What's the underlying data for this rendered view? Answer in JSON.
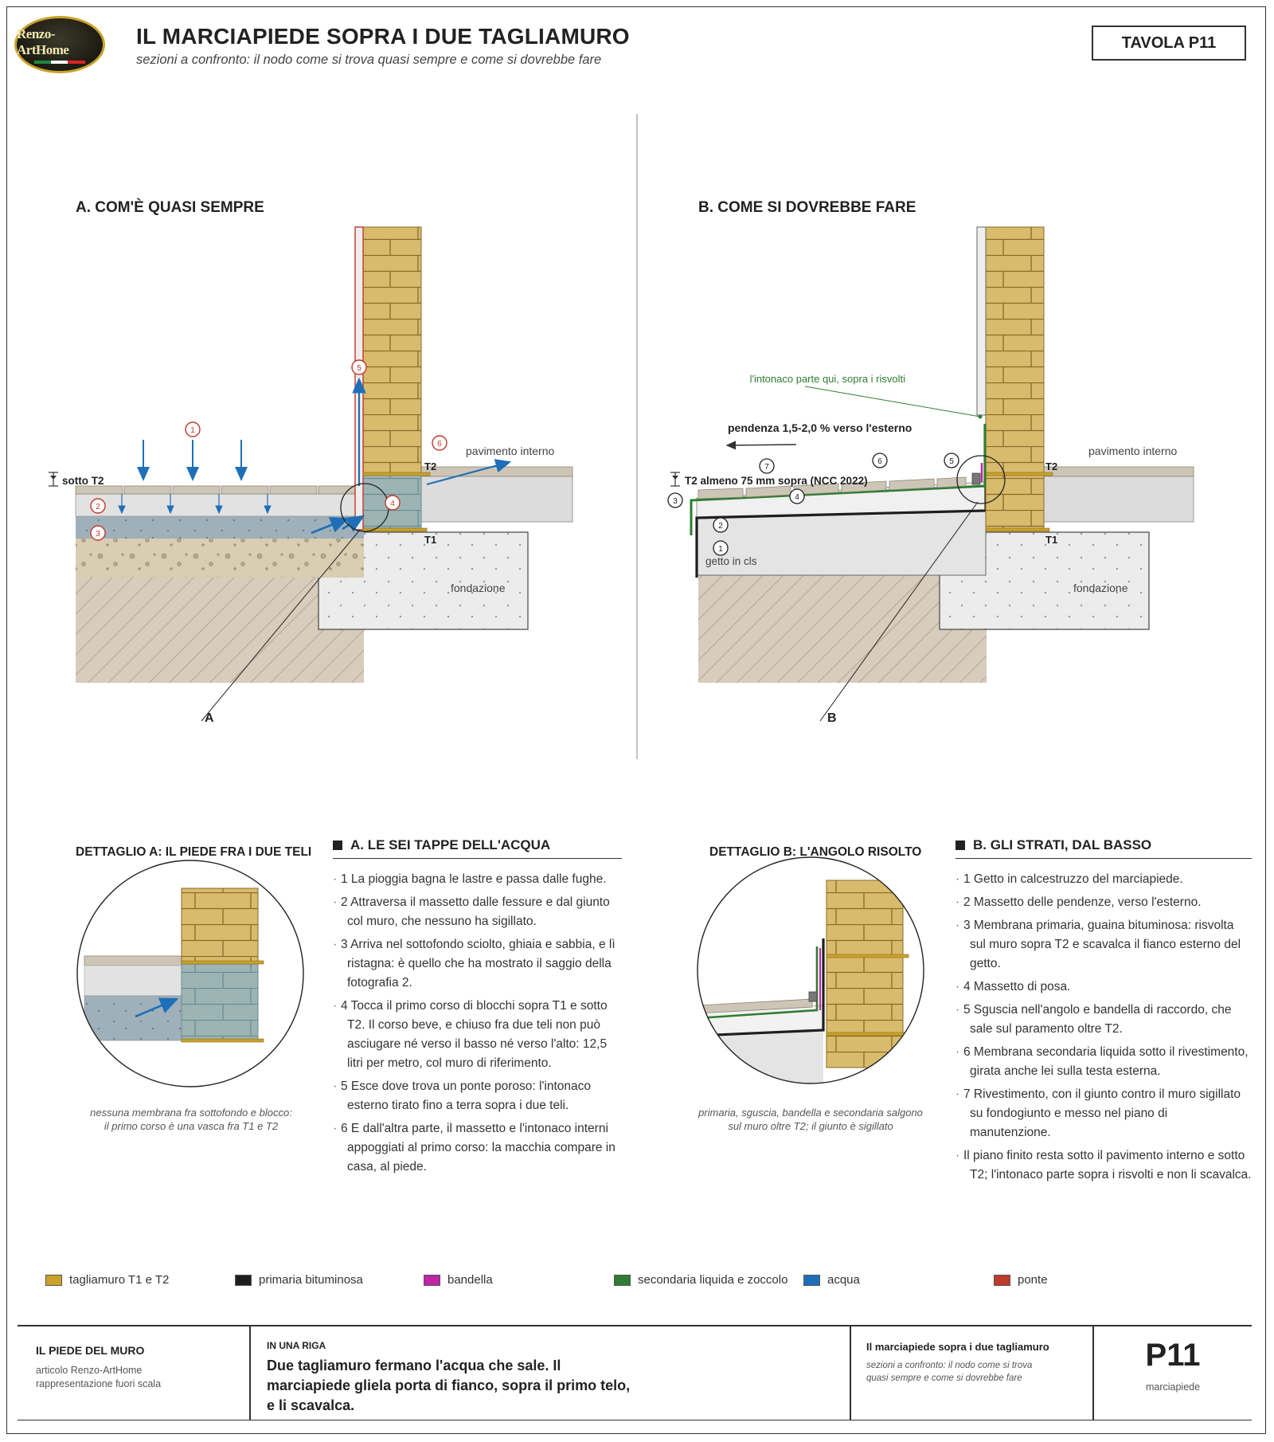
{
  "header": {
    "logo_text": "Renzo-ArtHome",
    "title": "IL MARCIAPIEDE SOPRA I DUE TAGLIAMURO",
    "subtitle": "sezioni a confronto: il nodo come si trova quasi sempre e come si dovrebbe fare",
    "tavola": "TAVOLA P11"
  },
  "section_a": {
    "title": "A. COM'È QUASI SEMPRE",
    "label_sotto_t2": "sotto T2",
    "label_t1": "T1",
    "label_t2": "T2",
    "label_pavimento": "pavimento interno",
    "label_fondazione": "fondazione",
    "detail_ref": "A",
    "markers": [
      "1",
      "2",
      "3",
      "4",
      "5",
      "6"
    ]
  },
  "section_b": {
    "title": "B. COME SI DOVREBBE FARE",
    "label_intonaco": "l'intonaco parte qui, sopra i risvolti",
    "label_pendenza": "pendenza 1,5-2,0 % verso l'esterno",
    "label_t2_altezza": "T2 almeno 75 mm sopra (NCC 2022)",
    "label_getto": "getto in cls",
    "label_t1": "T1",
    "label_t2": "T2",
    "label_pavimento": "pavimento interno",
    "label_fondazione": "fondazione",
    "detail_ref": "B",
    "markers": [
      "1",
      "2",
      "3",
      "4",
      "5",
      "6",
      "7"
    ]
  },
  "detail_a": {
    "title": "DETTAGLIO A: IL PIEDE FRA I DUE TELI",
    "caption_1": "nessuna membrana fra sottofondo e blocco:",
    "caption_2": "il primo corso è una vasca fra T1 e T2"
  },
  "detail_b": {
    "title": "DETTAGLIO B: L'ANGOLO RISOLTO",
    "caption_1": "primaria, sguscia, bandella e secondaria salgono",
    "caption_2": "sul muro oltre T2; il giunto è sigillato"
  },
  "list_a": {
    "heading": "A. LE SEI TAPPE DELL'ACQUA",
    "items": [
      "1 La pioggia bagna le lastre e passa dalle fughe.",
      "2 Attraversa il massetto dalle fessure e dal giunto col muro, che nessuno ha sigillato.",
      "3 Arriva nel sottofondo sciolto, ghiaia e sabbia, e lì ristagna: è quello che ha mostrato il saggio della fotografia 2.",
      "4 Tocca il primo corso di blocchi sopra T1 e sotto T2. Il corso beve, e chiuso fra due teli non può asciugare né verso il basso né verso l'alto: 12,5 litri per metro, col muro di riferimento.",
      "5 Esce dove trova un ponte poroso: l'intonaco esterno tirato fino a terra sopra i due teli.",
      "6 E dall'altra parte, il massetto e l'intonaco interni appoggiati al primo corso: la macchia compare in casa, al piede."
    ]
  },
  "list_b": {
    "heading": "B. GLI STRATI, DAL BASSO",
    "items": [
      "1 Getto in calcestruzzo del marciapiede.",
      "2 Massetto delle pendenze, verso l'esterno.",
      "3 Membrana primaria, guaina bituminosa: risvolta sul muro sopra T2 e scavalca il fianco esterno del getto.",
      "4 Massetto di posa.",
      "5 Sguscia nell'angolo e bandella di raccordo, che sale sul paramento oltre T2.",
      "6 Membrana secondaria liquida sotto il rivestimento, girata anche lei sulla testa esterna.",
      "7 Rivestimento, con il giunto contro il muro sigillato su fondogiunto e messo nel piano di manutenzione.",
      "Il piano finito resta sotto il pavimento interno e sotto T2; l'intonaco parte sopra i risvolti e non li scavalca."
    ]
  },
  "legend": [
    {
      "label": "tagliamuro T1 e T2",
      "color": "#c9a227"
    },
    {
      "label": "primaria bituminosa",
      "color": "#1e1e1e"
    },
    {
      "label": "bandella",
      "color": "#c026a8"
    },
    {
      "label": "secondaria liquida e zoccolo",
      "color": "#2e7d32"
    },
    {
      "label": "acqua",
      "color": "#1e6fb8"
    },
    {
      "label": "ponte",
      "color": "#c0392b"
    }
  ],
  "footer": {
    "c1_title": "IL PIEDE DEL MURO",
    "c1_line1": "articolo Renzo-ArtHome",
    "c1_line2": "rappresentazione fuori scala",
    "c2_label": "IN UNA RIGA",
    "c2_text": "Due tagliamuro fermano l'acqua che sale. Il marciapiede gliela porta di fianco, sopra il primo telo, e li scavalca.",
    "c3_title": "Il marciapiede sopra i due tagliamuro",
    "c3_sub": "sezioni a confronto: il nodo come si trova quasi sempre e come si dovrebbe fare",
    "c4_code": "P11",
    "c4_label": "marciapiede"
  },
  "colors": {
    "brick": "#d8bb6c",
    "mortar": "#8a6a28",
    "screed": "#9fb0ba",
    "gravel": "#d9cdb2",
    "soil": "#d8ccbc",
    "concrete": "#ececec",
    "paving": "#cdc6b7"
  }
}
